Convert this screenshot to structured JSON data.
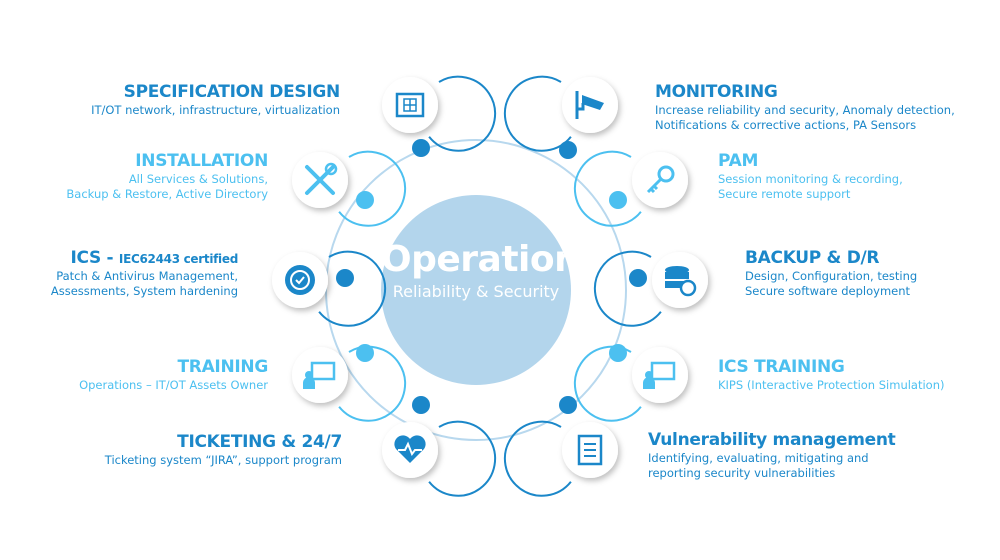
{
  "center": {
    "title": "Operations",
    "subtitle": "Reliability & Security"
  },
  "colors": {
    "dark": "#1b87c9",
    "light": "#4cc0f0",
    "center": "#b3d5ec"
  },
  "items": [
    {
      "title": "SPECIFICATION DESIGN",
      "lines": [
        "IT/OT network, infrastructure, virtualization"
      ],
      "icon": "blueprint-icon"
    },
    {
      "title": "INSTALLATION",
      "lines": [
        "All Services & Solutions,",
        "Backup & Restore, Active Directory"
      ],
      "icon": "tools-icon"
    },
    {
      "title": "ICS - ",
      "title_suffix": "IEC62443 certified",
      "lines": [
        "Patch & Antivirus Management,",
        "Assessments, System hardening"
      ],
      "icon": "certified-badge-icon"
    },
    {
      "title": "TRAINING",
      "lines": [
        "Operations – IT/OT Assets Owner"
      ],
      "icon": "presentation-icon"
    },
    {
      "title": "TICKETING & 24/7",
      "lines": [
        "Ticketing system “JIRA”, support program"
      ],
      "icon": "heart-pulse-icon"
    },
    {
      "title": "MONITORING",
      "lines": [
        "Increase reliability and security, Anomaly detection,",
        "Notifications & corrective actions, PA Sensors"
      ],
      "icon": "security-camera-icon"
    },
    {
      "title": "PAM",
      "lines": [
        "Session monitoring & recording,",
        "Secure remote support"
      ],
      "icon": "key-icon"
    },
    {
      "title": "BACKUP & D/R",
      "lines": [
        "Design, Configuration, testing",
        "Secure software deployment"
      ],
      "icon": "database-restore-icon"
    },
    {
      "title": "ICS TRAINING",
      "lines": [
        "KIPS (Interactive Protection Simulation)"
      ],
      "icon": "presentation-icon"
    },
    {
      "title": "Vulnerability management",
      "lines": [
        "Identifying, evaluating, mitigating and",
        "reporting security vulnerabilities"
      ],
      "icon": "checklist-icon"
    }
  ]
}
